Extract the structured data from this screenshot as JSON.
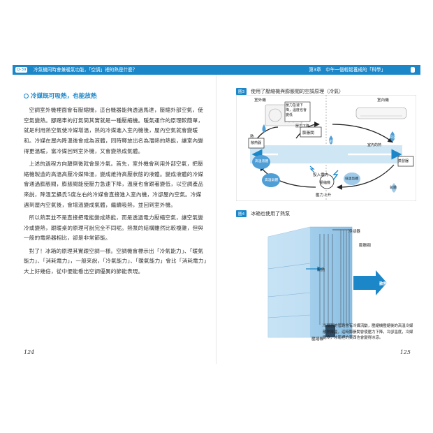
{
  "header": {
    "section_tag": "Q-39",
    "left_title": "冷氣機同時會兼暖氣功能，「空調」裡的熱是什麼？",
    "chapter": "第3章　中午一個輕鬆養成的「科學」",
    "right_tag": ""
  },
  "left_page": {
    "heading": "冷媒既可吸熱，也能放熱",
    "paragraphs": [
      "空調室外機裡面會有壓縮機，這台機器能夠透過馬達，壓縮外部空氣，使空氣變熱。腳踏車的打氣筒其實就是一種壓縮機。暖氣運作的原理較簡單，就是利用熱空氣使冷媒增溫，熱的冷媒進入室內機後，屋內空氣就會變暖和。冷媒在屋內降溫後會成為液體，同時釋放出名為潛熱的熱能，讓室內變得更溫暖，當冷媒回到室外機，又會變熱成氣體。",
      "上述的過程方向顛倒後就會是冷氣。首先，室外機會利用外部空氣，把壓縮機製造的高溫高壓冷媒降溫，變成維持高壓狀態的液體。變成液體的冷媒會通過膨脹閥，膨脹閥能使壓力急速下降，溫度也會跟著變低，以空調產品來說，降溫至攝氏5度左右的冷媒會直接進入室內機，冷卻屋內空氣。冷媒遇到屋內空氣後，會增溫變成氣體，繼續吸熱，並回到室外機。",
      "所以熱泵並不是直接把電能變成熱能，而是透過電力壓縮空氣，讓空氣變冷或變熱，跟暖桌的原理可說完全不同呢。熱泵的結構雖然比較複雜，但與一般的電熱器相比，卻是非常節能。",
      "對了！冰箱的原理其實跟空調一樣。空調機會標示出「冷氣能力」、「暖氣能力」、「消耗電力」，一般來說，「冷氣能力」、「暖氣能力」會比「消耗電力」大上好幾倍，從中便能看出空調優異的節能表現。"
    ],
    "page_number": "124"
  },
  "right_page": {
    "fig3": {
      "badge": "圖3",
      "title": "使用了壓縮機與膨脹閥的空調原理（冷氣）",
      "outdoor": "室外機",
      "indoor": "室內機",
      "callout": "壓力急速下降，溫度也會變低",
      "pressure_down": "壓力下降",
      "expansion_valve": "膨脹閥",
      "heat": "熱",
      "radiator": "散熱器",
      "liquid": "液體",
      "high_temp_liquid": "高溫液體",
      "cold_air": "冷氣",
      "indoor_heat": "室內的熱",
      "evaporator": "蒸發器",
      "hot_gas": "高溫氣體",
      "low_temp_gas": "低溫氣體",
      "input_power": "投入電力",
      "compressor": "壓縮機",
      "pressure_up": "壓力上升",
      "gas": "氣體"
    },
    "fig4": {
      "badge": "圖4",
      "title": "冰箱也使用了熱泵",
      "condenser": "冷卻器",
      "expansion_valve": "膨脹閥",
      "absorb_heat": "吸熱",
      "release_heat": "散熱",
      "compressor": "壓縮機",
      "note": "冷凝器的管路會有冷媒流動，壓縮機壓縮後的高溫冷媒散熱降溫，這時膨脹閥會使壓力下降，冷卻溫度，冷媒變冷，冰箱裡的東西也會變得冰涼。"
    },
    "page_number": "125"
  },
  "colors": {
    "accent": "#1b87c9",
    "light_blue": "#cfe6f5",
    "fridge": "#9fcbe8",
    "hot_blue": "#4f9ed6"
  }
}
